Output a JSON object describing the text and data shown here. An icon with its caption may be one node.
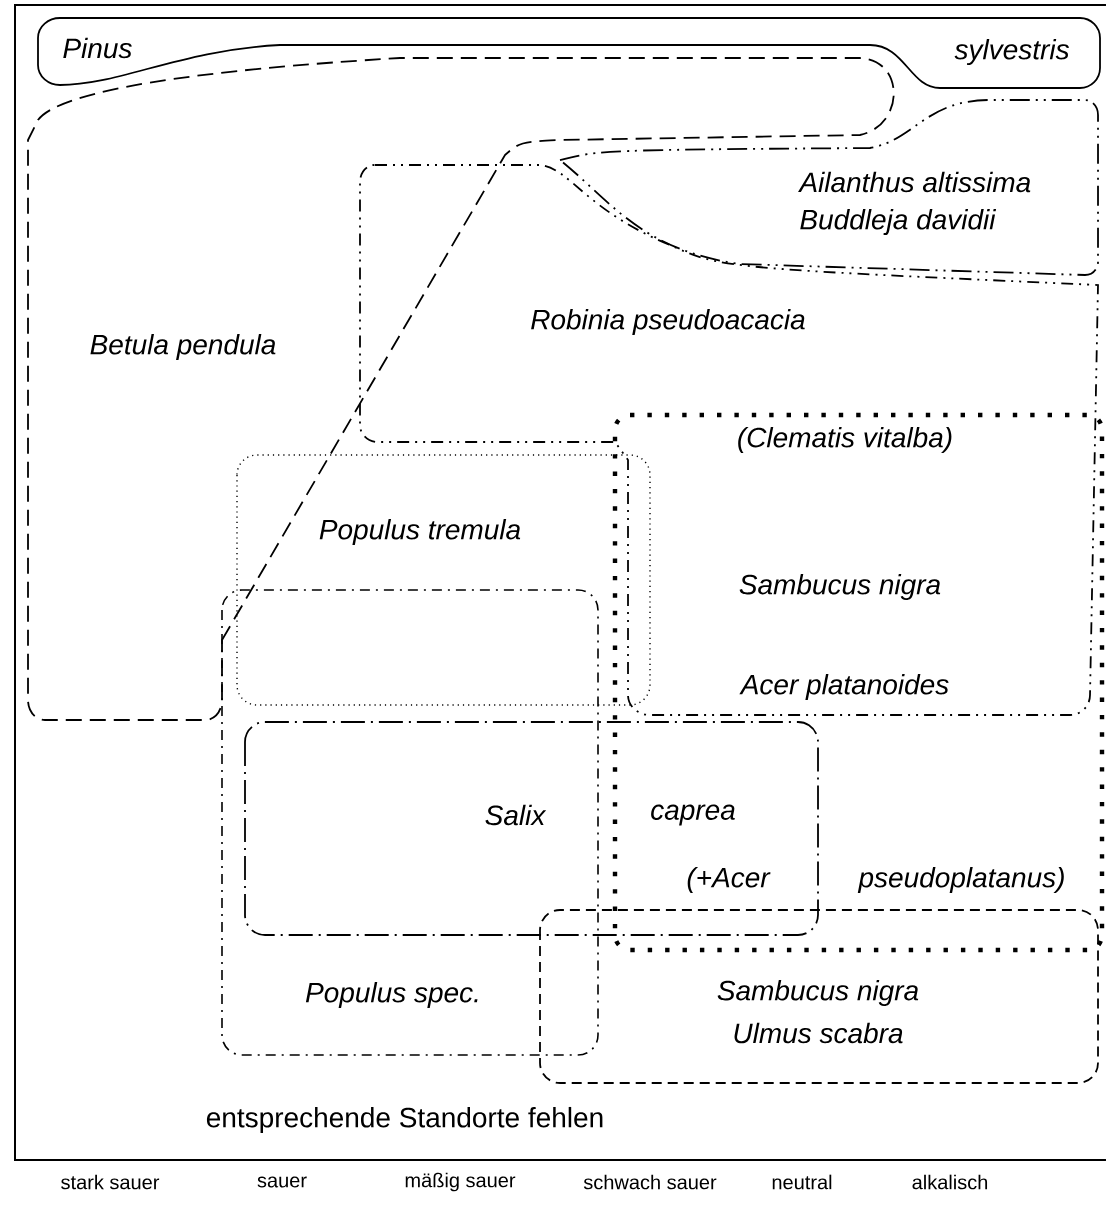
{
  "diagram": {
    "nodes": [
      {
        "text": [
          "Pinus",
          "sylvestris"
        ]
      },
      {
        "text": [
          "Betula pendula"
        ]
      },
      {
        "text": [
          "Ailanthus altissima",
          "Buddleja davidii"
        ]
      },
      {
        "text": [
          "Robinia pseudoacacia"
        ]
      },
      {
        "text": [
          "(Clematis vitalba)",
          "Sambucus nigra",
          "Acer platanoides"
        ]
      },
      {
        "text": [
          "Populus tremula"
        ]
      },
      {
        "text": [
          "Populus spec."
        ]
      },
      {
        "text": [
          "Salix",
          "caprea"
        ]
      },
      {
        "text": [
          "Sambucus nigra",
          "Ulmus scabra"
        ]
      }
    ],
    "edges": [],
    "labels": [
      "(+Acer",
      "pseudoplatanus)",
      "entsprechende Standorte fehlen",
      "stark sauer",
      "sauer",
      "mäßig sauer",
      "schwach sauer",
      "neutral",
      "alkalisch"
    ]
  }
}
